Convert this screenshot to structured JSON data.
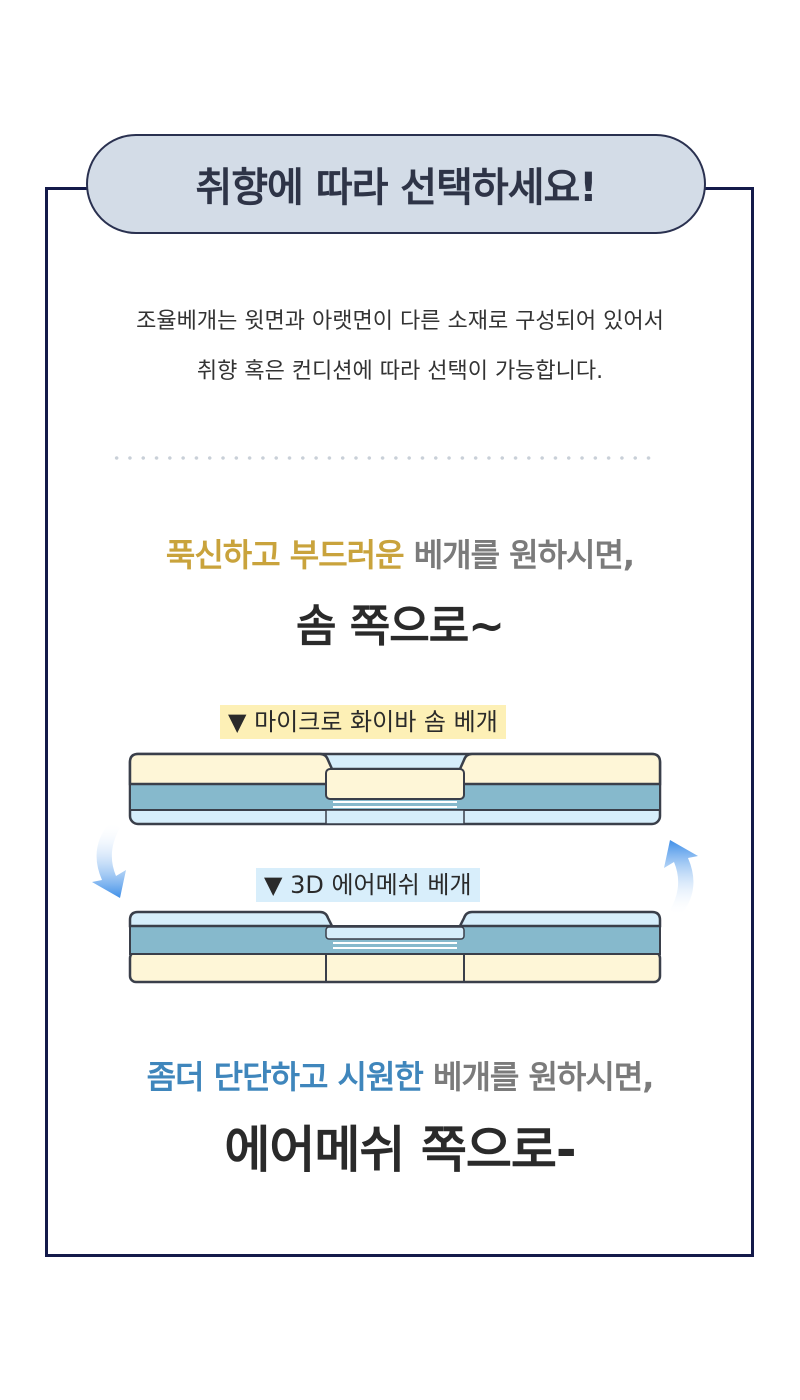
{
  "header": {
    "title": "취향에 따라 선택하세요!"
  },
  "intro": {
    "line1": "조율베개는 윗면과 아랫면이 다른 소재로 구성되어 있어서",
    "line2": "취향 혹은 컨디션에 따라 선택이 가능합니다."
  },
  "soft_section": {
    "highlight": "푹신하고 부드러운",
    "rest": " 베개를 원하시면,",
    "headline": "솜 쪽으로~"
  },
  "pillow_top": {
    "label": "▼ 마이크로 화이바 솜 베개"
  },
  "pillow_bottom": {
    "label": "▼ 3D 에어메쉬 베개"
  },
  "firm_section": {
    "highlight": "좀더 단단하고 시원한",
    "rest": " 베개를 원하시면,",
    "headline": "에어메쉬 쪽으로-"
  },
  "colors": {
    "frame": "#141a4a",
    "pill_bg": "#d3dce7",
    "gold": "#c9a33c",
    "blue": "#3f86bc",
    "foam": "#fef6d7",
    "mesh": "#86b9cc",
    "air": "#d6eefb",
    "arrow": "#3f8fe8"
  }
}
